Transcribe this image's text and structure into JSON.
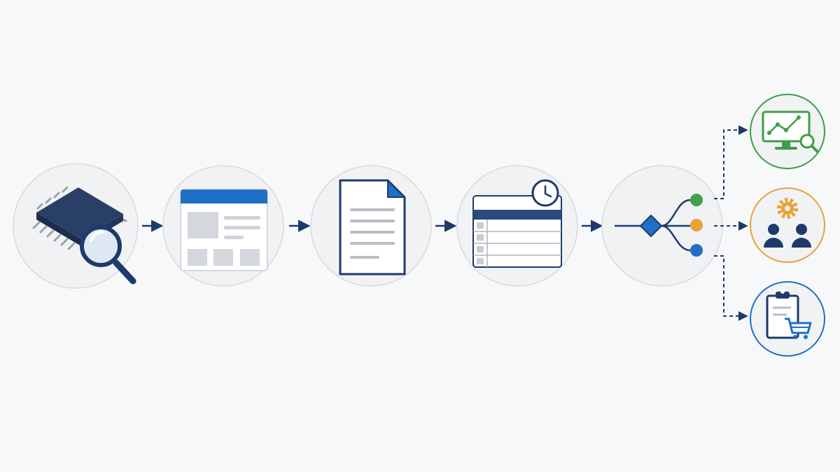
{
  "diagram": {
    "steps": [
      {
        "id": "inspect-chip",
        "icon": "chip-magnifier-icon"
      },
      {
        "id": "web-layout",
        "icon": "web-layout-icon"
      },
      {
        "id": "document",
        "icon": "document-icon"
      },
      {
        "id": "scheduled-table",
        "icon": "table-clock-icon"
      },
      {
        "id": "decision-branch",
        "icon": "decision-branch-icon"
      }
    ],
    "outcomes": [
      {
        "id": "monitoring",
        "icon": "monitor-analytics-icon",
        "color": "#3f9d47"
      },
      {
        "id": "team-settings",
        "icon": "team-gear-icon",
        "color": "#e8a23a"
      },
      {
        "id": "order-list",
        "icon": "clipboard-cart-icon",
        "color": "#1f6fc9"
      }
    ],
    "colors": {
      "navy": "#1d3a6b",
      "blue": "#1f6fc9",
      "gray": "#d4d7dd",
      "circle_border": "#d8dadf",
      "background": "#f7f8fa"
    }
  }
}
